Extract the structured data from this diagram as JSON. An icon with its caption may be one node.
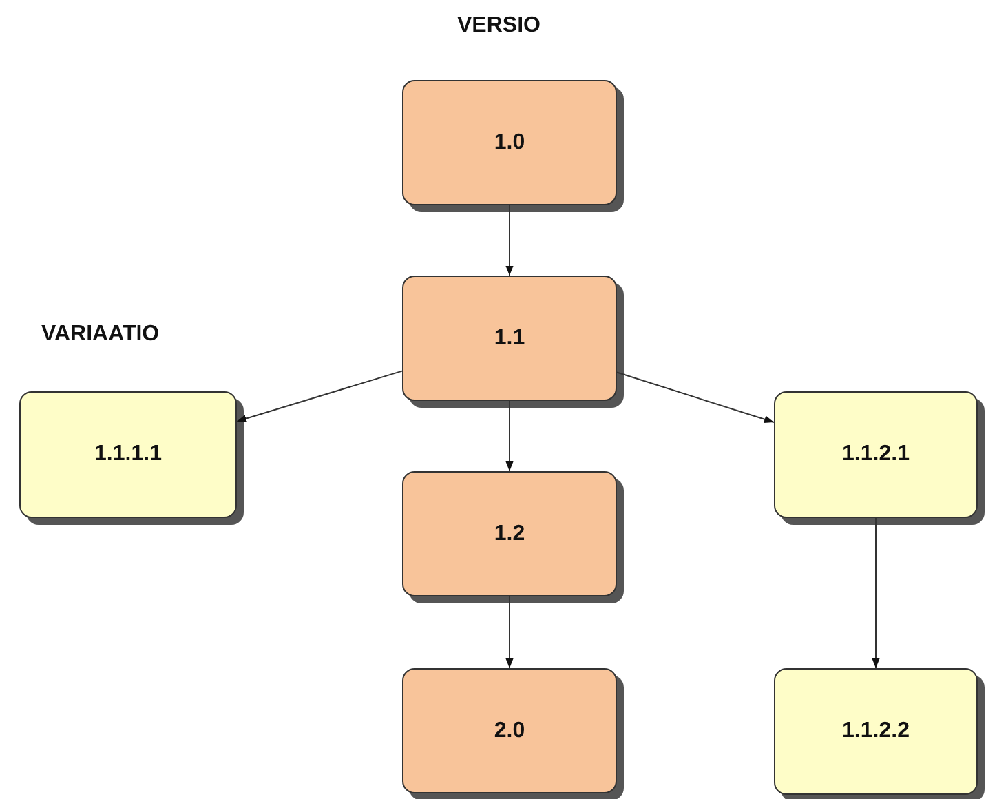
{
  "diagram": {
    "nodes": [
      {
        "text": [
          "1.0"
        ]
      },
      {
        "text": [
          "1.1"
        ]
      },
      {
        "text": [
          "1.1.1.1"
        ]
      },
      {
        "text": [
          "1.2"
        ]
      },
      {
        "text": [
          "1.1.2.1"
        ]
      },
      {
        "text": [
          "2.0"
        ]
      },
      {
        "text": [
          "1.1.2.2"
        ]
      }
    ],
    "edges": [
      {
        "from": 0,
        "to": 1,
        "arrow": "to"
      },
      {
        "from": 1,
        "to": 2,
        "arrow": "to"
      },
      {
        "from": 1,
        "to": 4,
        "arrow": "to"
      },
      {
        "from": 1,
        "to": 3,
        "arrow": "to"
      },
      {
        "from": 3,
        "to": 5,
        "arrow": "to"
      },
      {
        "from": 4,
        "to": 6,
        "arrow": "to"
      }
    ],
    "labels": [
      "VERSIO",
      "VARIAATIO"
    ]
  }
}
